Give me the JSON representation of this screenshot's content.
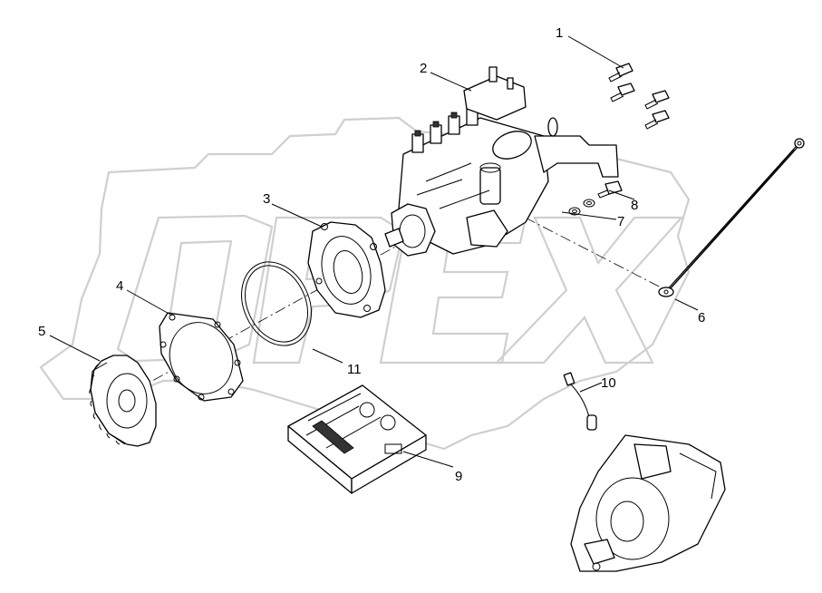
{
  "watermark": {
    "text": "OPEX",
    "color": "#e3e3e3"
  },
  "colors": {
    "line": "#000000",
    "background": "#ffffff"
  },
  "callouts": [
    {
      "id": "1",
      "label": "1"
    },
    {
      "id": "2",
      "label": "2"
    },
    {
      "id": "3",
      "label": "3"
    },
    {
      "id": "4",
      "label": "4"
    },
    {
      "id": "5",
      "label": "5"
    },
    {
      "id": "6",
      "label": "6"
    },
    {
      "id": "7",
      "label": "7"
    },
    {
      "id": "8",
      "label": "8"
    },
    {
      "id": "9",
      "label": "9"
    },
    {
      "id": "10",
      "label": "10"
    },
    {
      "id": "11",
      "label": "11"
    }
  ]
}
